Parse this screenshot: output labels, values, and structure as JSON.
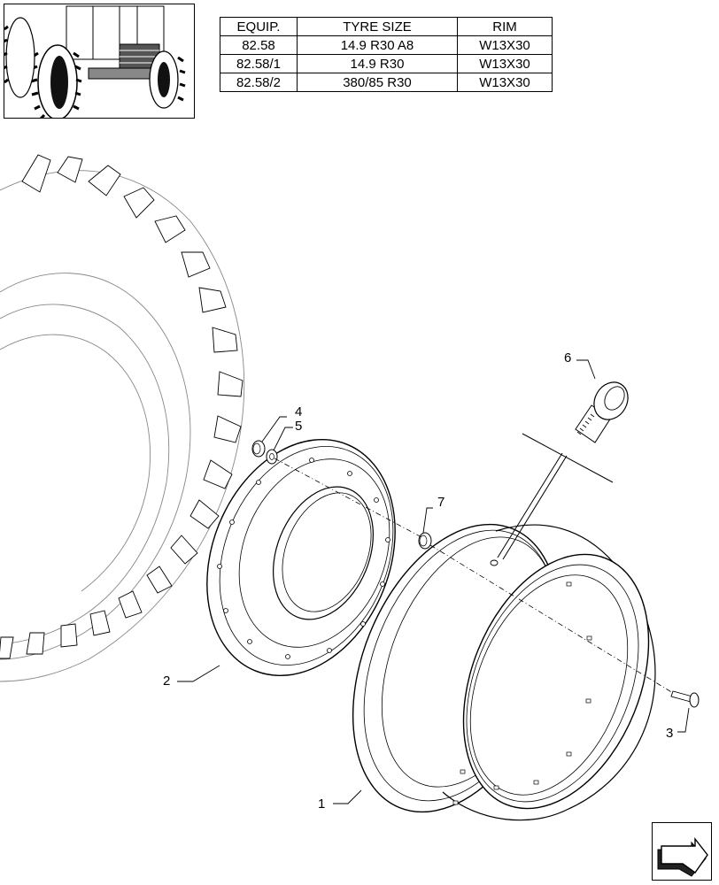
{
  "table": {
    "headers": [
      "EQUIP.",
      "TYRE SIZE",
      "RIM"
    ],
    "rows": [
      [
        "82.58",
        "14.9 R30 A8",
        "W13X30"
      ],
      [
        "82.58/1",
        "14.9 R30",
        "W13X30"
      ],
      [
        "82.58/2",
        "380/85 R30",
        "W13X30"
      ]
    ]
  },
  "callouts": {
    "c1": "1",
    "c2": "2",
    "c3": "3",
    "c4": "4",
    "c5": "5",
    "c6": "6",
    "c7": "7"
  },
  "icons": {
    "thumbnail": "tractor-thumbnail-icon",
    "navigation": "next-page-arrow-icon"
  }
}
